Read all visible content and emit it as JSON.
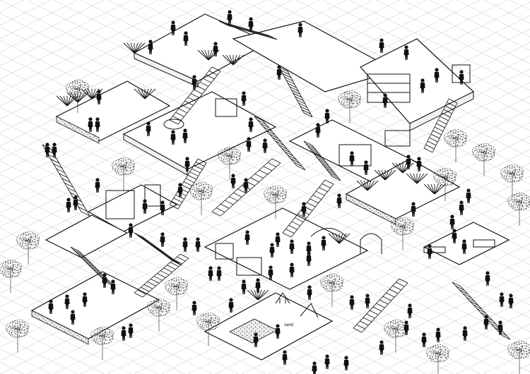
{
  "drawing": {
    "style": "isometric line drawing",
    "ink_color": "#111111",
    "paper_color": "#ffffff",
    "grid_color": "#d6d6d6"
  },
  "labels": [
    {
      "key": "sandpit_sign",
      "text": "sand"
    }
  ],
  "icons": [
    "person-icon",
    "tree-icon",
    "stair-icon",
    "bookshelf-icon",
    "swing-icon",
    "slide-icon",
    "arch-trellis-icon",
    "bench-icon"
  ]
}
